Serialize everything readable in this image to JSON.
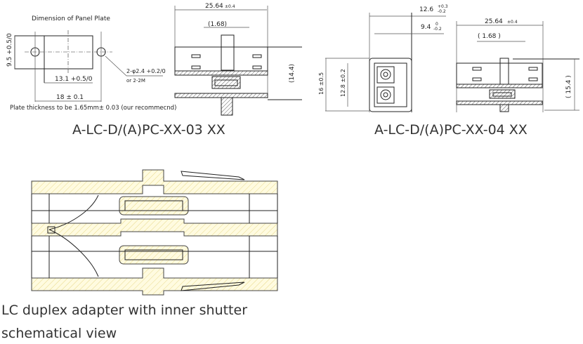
{
  "panel_plate": {
    "title": "Dimension of Panel Plate",
    "dim_height": "9.5 +0.5/0",
    "dim_inner_width": "13.1 +0.5/0",
    "dim_outer_width": "18 ± 0.1",
    "hole_note": "2-φ2.4 +0.2/0",
    "hole_note_2": "or  2-2M",
    "note": "Plate thickness to be 1.65mm±  0.03  (our recommecnd)"
  },
  "drawing_03": {
    "dim_length": "25.64",
    "dim_length_tol": "±0.4",
    "dim_shoulder": "(1.68)",
    "dim_height": "(14.4)",
    "caption": "A-LC-D/(A)PC-XX-03 XX"
  },
  "drawing_04": {
    "dim_width_outer": "12.6",
    "dim_width_outer_tol_plus": "+0.3",
    "dim_width_outer_tol_minus": "-0.2",
    "dim_width_inner": "9.4",
    "dim_width_inner_tol_plus": "0",
    "dim_width_inner_tol_minus": "-0.2",
    "dim_height_outer": "16 ±0.5",
    "dim_height_inner": "12.8 ±0.2",
    "dim_length": "25.64",
    "dim_length_tol": "±0.4",
    "dim_shoulder": "( 1.68 )",
    "dim_height": "( 15.4 )",
    "caption": "A-LC-D/(A)PC-XX-04 XX"
  },
  "schematic": {
    "caption_line1": "LC duplex adapter with inner shutter",
    "caption_line2": "schematical view"
  }
}
